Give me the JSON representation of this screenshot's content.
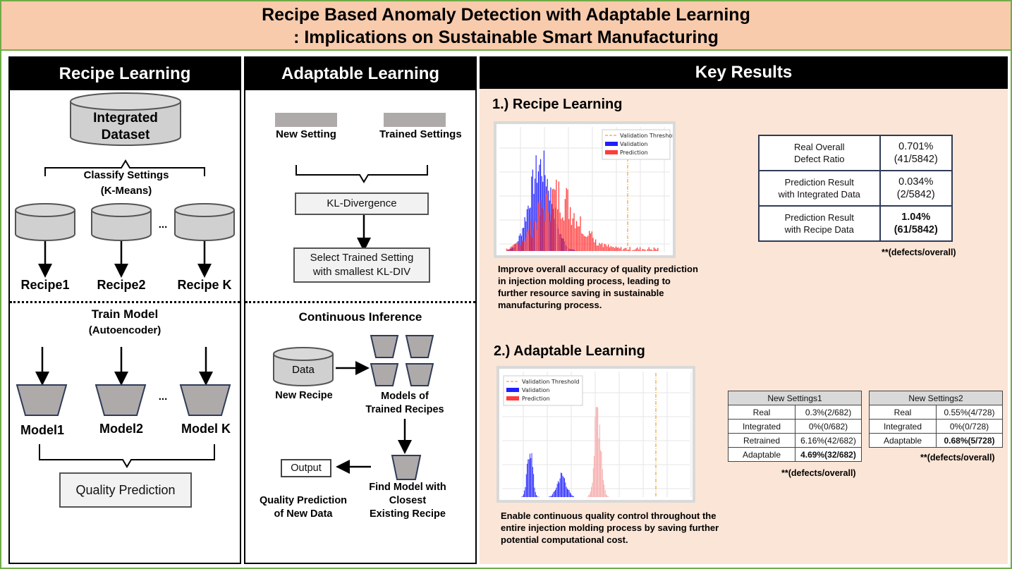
{
  "title": {
    "line1": "Recipe Based Anomaly Detection with Adaptable Learning",
    "line2": ": Implications on Sustainable Smart Manufacturing"
  },
  "recipe_learning": {
    "header": "Recipe Learning",
    "dataset_label": "Integrated Dataset",
    "classify_line1": "Classify Settings",
    "classify_line2": "(K-Means)",
    "ellipsis": "...",
    "recipes": [
      "Recipe1",
      "Recipe2",
      "Recipe K"
    ],
    "train_line1": "Train Model",
    "train_line2": "(Autoencoder)",
    "models": [
      "Model1",
      "Model2",
      "Model K"
    ],
    "quality_prediction": "Quality Prediction"
  },
  "adaptable_learning": {
    "header": "Adaptable Learning",
    "new_setting": "New Setting",
    "trained_settings": "Trained Settings",
    "kl_divergence": "KL-Divergence",
    "select_line1": "Select Trained Setting",
    "select_line2": "with smallest KL-DIV",
    "continuous_inference": "Continuous Inference",
    "data_label": "Data",
    "new_recipe": "New Recipe",
    "models_line1": "Models of",
    "models_line2": "Trained Recipes",
    "output": "Output",
    "find_line1": "Find Model with",
    "find_line2": "Closest",
    "find_line3": "Existing Recipe",
    "qp_line1": "Quality Prediction",
    "qp_line2": "of New Data"
  },
  "key_results": {
    "header": "Key Results",
    "section1_title": "1.) Recipe Learning",
    "section2_title": "2.) Adaptable  Learning",
    "legend": [
      "Validation Threshold",
      "Validation",
      "Prediction"
    ],
    "colors": {
      "validation": "#1f1fff",
      "prediction": "#ff3b3b",
      "threshold": "#f0a030"
    },
    "table1": [
      {
        "label_line1": "Real Overall",
        "label_line2": "Defect Ratio",
        "value_line1": "0.701%",
        "value_line2": "(41/5842)",
        "bold": false
      },
      {
        "label_line1": "Prediction Result",
        "label_line2": "with Integrated Data",
        "value_line1": "0.034%",
        "value_line2": "(2/5842)",
        "bold": false
      },
      {
        "label_line1": "Prediction Result",
        "label_line2": "with Recipe Data",
        "value_line1": "1.04%",
        "value_line2": "(61/5842)",
        "bold": true
      }
    ],
    "note1": "**(defects/overall)",
    "desc1": [
      "Improve overall accuracy of quality prediction",
      "in injection molding process, leading to",
      "further resource saving in sustainable",
      "manufacturing process."
    ],
    "table2": {
      "title": "New Settings1",
      "rows": [
        {
          "label": "Real",
          "value": "0.3%(2/682)"
        },
        {
          "label": "Integrated",
          "value": "0%(0/682)"
        },
        {
          "label": "Retrained",
          "value": "6.16%(42/682)"
        },
        {
          "label": "Adaptable",
          "value": "4.69%(32/682)"
        }
      ]
    },
    "note2": "**(defects/overall)",
    "table3": {
      "title": "New Settings2",
      "rows": [
        {
          "label": "Real",
          "value": "0.55%(4/728)"
        },
        {
          "label": "Integrated",
          "value": "0%(0/728)"
        },
        {
          "label": "Adaptable",
          "value": "0.68%(5/728)"
        }
      ]
    },
    "note3": "**(defects/overall)",
    "desc2": [
      "Enable continuous quality control throughout the",
      "entire injection molding process by saving further",
      "potential computational cost."
    ]
  }
}
